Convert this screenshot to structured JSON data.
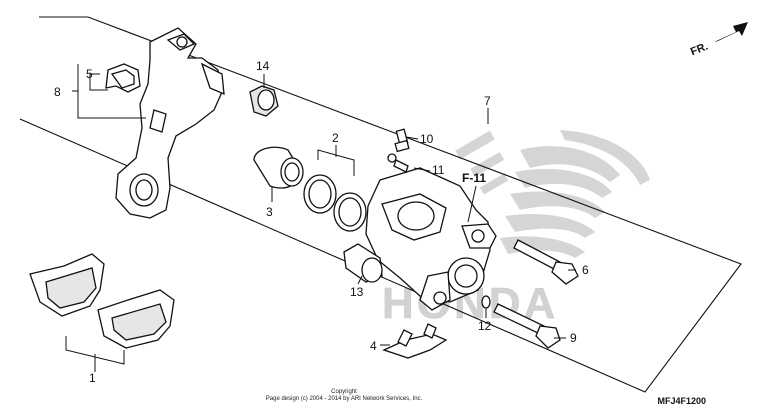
{
  "direction_label": "FR.",
  "reference_label": "F-11",
  "watermark_brand": "HONDA",
  "diagram_code": "MFJ4F1200",
  "copyright": {
    "line1": "Copyright",
    "line2": "Page design (c) 2004 - 2014 by ARI Network Services, Inc."
  },
  "callouts": [
    "1",
    "2",
    "3",
    "4",
    "5",
    "6",
    "7",
    "8",
    "9",
    "10",
    "11",
    "12",
    "13",
    "14"
  ],
  "colors": {
    "line": "#111111",
    "watermark": "#c8c8c8",
    "background": "#ffffff"
  }
}
